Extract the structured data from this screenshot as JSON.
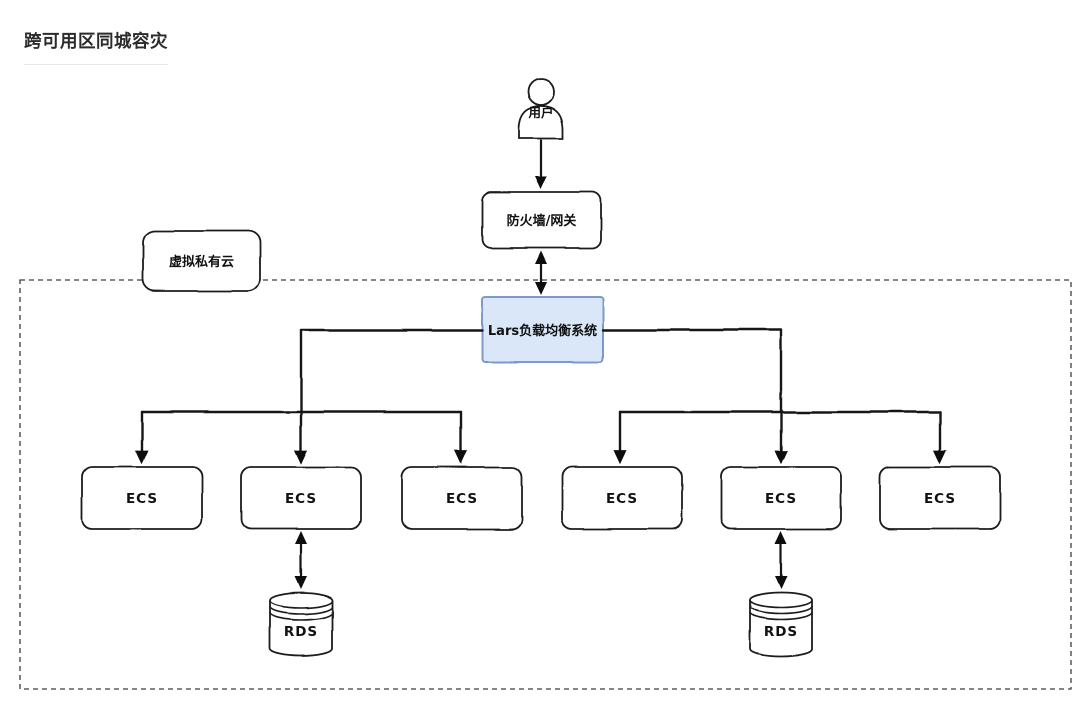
{
  "diagram": {
    "title": "跨可用区同城容灾",
    "colors": {
      "line": "#1a1a1a",
      "load_balancer_fill": "#d9e7f9",
      "load_balancer_stroke": "#7e99c9",
      "title_underline": "#e8e8e8"
    },
    "nodes": {
      "user": {
        "label": "用户",
        "icon": "person-icon"
      },
      "firewall": {
        "label": "防火墙/网关"
      },
      "load_balancer": {
        "label": "Lars负载均衡系统"
      },
      "vpc": {
        "label": "虚拟私有云"
      },
      "zone_a": {
        "ecs": [
          "ECS",
          "ECS",
          "ECS"
        ],
        "rds": {
          "label": "RDS",
          "icon": "database-icon"
        }
      },
      "zone_b": {
        "ecs": [
          "ECS",
          "ECS",
          "ECS"
        ],
        "rds": {
          "label": "RDS",
          "icon": "database-icon"
        }
      }
    }
  }
}
